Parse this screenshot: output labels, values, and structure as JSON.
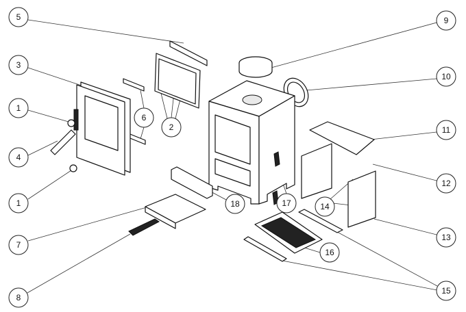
{
  "callouts": [
    {
      "id": "c5",
      "label": "5"
    },
    {
      "id": "c3",
      "label": "3"
    },
    {
      "id": "c1a",
      "label": "1"
    },
    {
      "id": "c4",
      "label": "4"
    },
    {
      "id": "c1b",
      "label": "1"
    },
    {
      "id": "c7",
      "label": "7"
    },
    {
      "id": "c8",
      "label": "8"
    },
    {
      "id": "c6",
      "label": "6"
    },
    {
      "id": "c2",
      "label": "2"
    },
    {
      "id": "c9",
      "label": "9"
    },
    {
      "id": "c10",
      "label": "10"
    },
    {
      "id": "c11",
      "label": "11"
    },
    {
      "id": "c12",
      "label": "12"
    },
    {
      "id": "c13",
      "label": "13"
    },
    {
      "id": "c14",
      "label": "14"
    },
    {
      "id": "c15",
      "label": "15"
    },
    {
      "id": "c16",
      "label": "16"
    },
    {
      "id": "c17",
      "label": "17"
    },
    {
      "id": "c18",
      "label": "18"
    }
  ]
}
